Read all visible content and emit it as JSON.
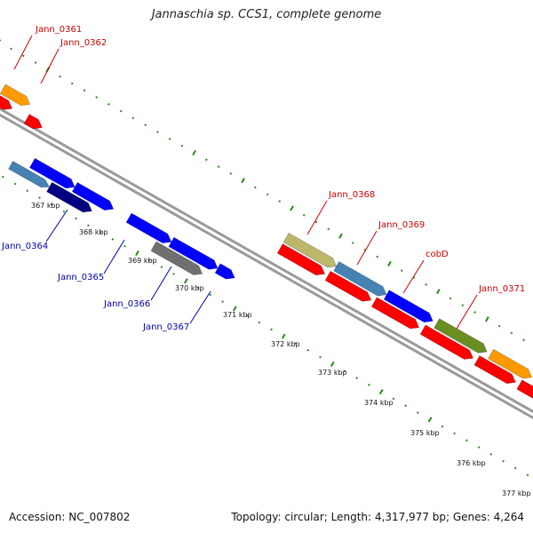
{
  "title": "Jannaschia sp. CCS1, complete genome",
  "footer": {
    "accession": "Accession: NC_007802",
    "topology": "Topology: circular; Length: 4,317,977 bp; Genes: 4,264"
  },
  "colors": {
    "forward_label": "#cc0000",
    "reverse_label": "#0000aa",
    "tick": "#2a8a1a",
    "backbone": "#8a8a8a",
    "orange": "#ff9900",
    "red": "#ff0000",
    "blue": "#0000ff",
    "navy": "#000080",
    "steel": "#4682b4",
    "gray": "#707070",
    "khaki": "#bdb76b",
    "olive": "#6b8e23"
  },
  "ticks": [
    {
      "label": "367 kbp"
    },
    {
      "label": "368 kbp"
    },
    {
      "label": "369 kbp"
    },
    {
      "label": "370 kbp"
    },
    {
      "label": "371 kbp"
    },
    {
      "label": "372 kbp"
    },
    {
      "label": "373 kbp"
    },
    {
      "label": "374 kbp"
    },
    {
      "label": "375 kbp"
    },
    {
      "label": "376 kbp"
    },
    {
      "label": "377 kbp"
    }
  ],
  "gene_labels": [
    {
      "text": "Jann_0361",
      "strand": "forward"
    },
    {
      "text": "Jann_0362",
      "strand": "forward"
    },
    {
      "text": "Jann_0368",
      "strand": "forward"
    },
    {
      "text": "Jann_0369",
      "strand": "forward"
    },
    {
      "text": "cobD",
      "strand": "forward"
    },
    {
      "text": "Jann_0371",
      "strand": "forward"
    },
    {
      "text": "Jann_0364",
      "strand": "reverse"
    },
    {
      "text": "Jann_0365",
      "strand": "reverse"
    },
    {
      "text": "Jann_0366",
      "strand": "reverse"
    },
    {
      "text": "Jann_0367",
      "strand": "reverse"
    }
  ]
}
